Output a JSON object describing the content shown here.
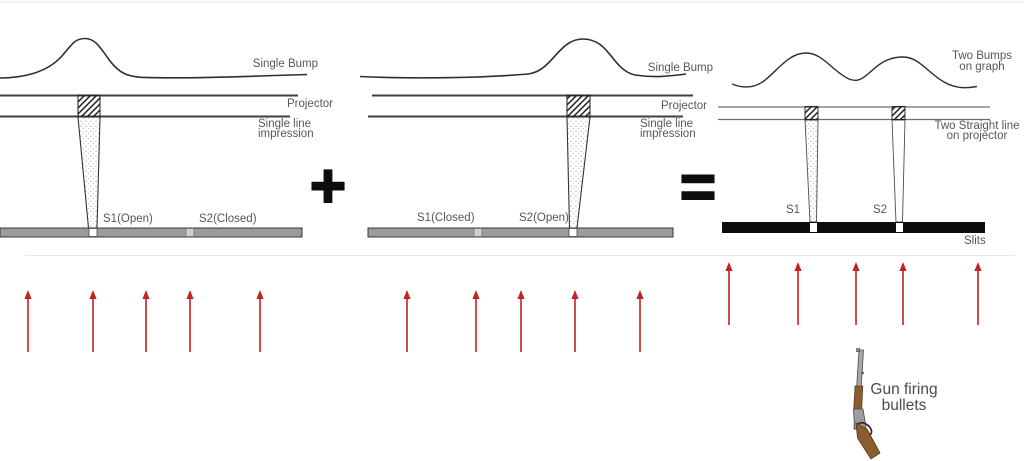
{
  "operators": {
    "plus": "+",
    "equals": "="
  },
  "panel_left": {
    "bump_label": "Single Bump",
    "projector_label": "Projector",
    "impression_label": [
      "Single line",
      "impression"
    ],
    "slit1_label": "S1(Open)",
    "slit2_label": "S2(Closed)"
  },
  "panel_middle": {
    "bump_label": "Single Bump",
    "projector_label": "Projector",
    "impression_label": [
      "Single line",
      "impression"
    ],
    "slit1_label": "S1(Closed)",
    "slit2_label": "S2(Open)"
  },
  "panel_right": {
    "bump_label": [
      "Two Bumps",
      "on graph"
    ],
    "projector_label": [
      "Two Straight line",
      "on projector"
    ],
    "slit1_label": "S1",
    "slit2_label": "S2",
    "bar_label": "Slits",
    "gun_label": [
      "Gun firing",
      "bullets"
    ]
  },
  "colors": {
    "arrow_red": "#c32222",
    "barrier_gray": "#9b9b9b",
    "slits_bar_black": "#0d0d0d",
    "wood_brown": "#8b5e2f",
    "label_text": "#57575a"
  }
}
